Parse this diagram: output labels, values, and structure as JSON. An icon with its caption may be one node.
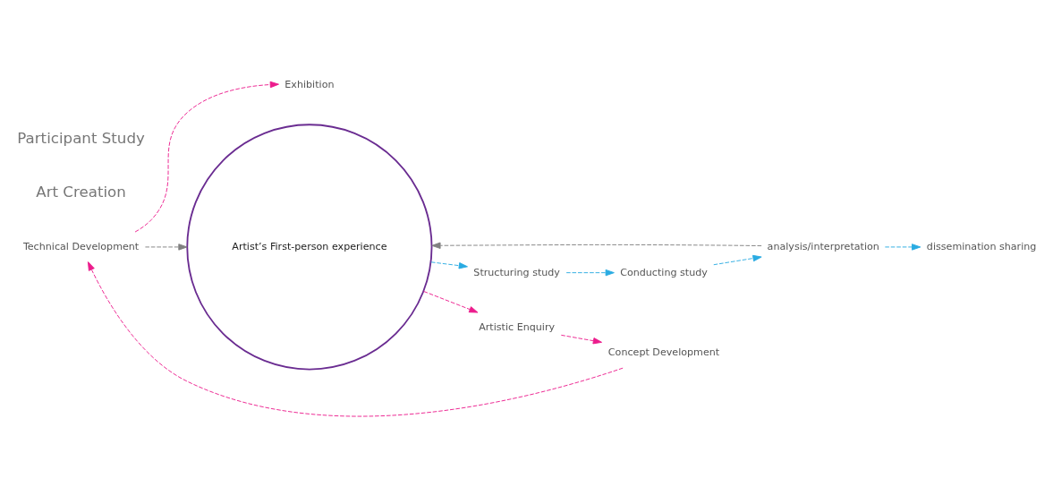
{
  "diagram": {
    "nodes": [
      {
        "text": [
          "Technical Development"
        ]
      },
      {
        "text": [
          "Exhibition"
        ]
      },
      {
        "text": [
          "Structuring study"
        ]
      },
      {
        "text": [
          "Conducting study"
        ]
      },
      {
        "text": [
          "Concept Development"
        ]
      },
      {
        "text": [
          "Artist’s First-person experience"
        ]
      },
      {
        "text": [
          "Artistic Enquiry"
        ]
      },
      {
        "text": [
          "analysis/interpretation"
        ]
      },
      {
        "text": [
          "dissemination sharing"
        ]
      }
    ],
    "edges": [
      {
        "from": 5,
        "to": 6,
        "arrow": "to",
        "style": "dashed",
        "color": "#ec1c8c"
      },
      {
        "from": 6,
        "to": 4,
        "arrow": "to",
        "style": "dashed",
        "color": "#ec1c8c"
      },
      {
        "from": 4,
        "to": 0,
        "arrow": "to",
        "style": "dashed",
        "color": "#ec1c8c"
      },
      {
        "from": 0,
        "to": 1,
        "arrow": "to",
        "style": "dashed",
        "color": "#ec1c8c"
      },
      {
        "from": 0,
        "to": 5,
        "arrow": "to",
        "style": "dashed",
        "color": "#808080"
      },
      {
        "from": 5,
        "to": 2,
        "arrow": "to",
        "style": "dashed",
        "color": "#29abe2"
      },
      {
        "from": 2,
        "to": 3,
        "arrow": "to",
        "style": "dashed",
        "color": "#29abe2"
      },
      {
        "from": 3,
        "to": 7,
        "arrow": "to",
        "style": "dashed",
        "color": "#29abe2"
      },
      {
        "from": 7,
        "to": 8,
        "arrow": "to",
        "style": "dashed",
        "color": "#29abe2"
      },
      {
        "from": 7,
        "to": 5,
        "arrow": "to",
        "style": "dashed",
        "color": "#808080"
      }
    ],
    "labels": [
      "Art Creation",
      "Participant Study"
    ]
  }
}
